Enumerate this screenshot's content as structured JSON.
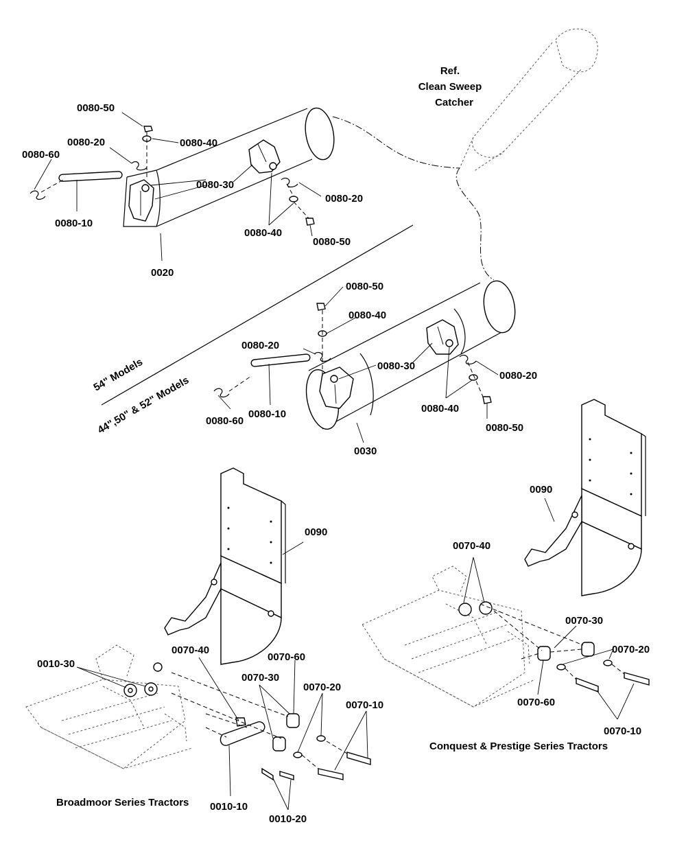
{
  "reference": {
    "line1": "Ref.",
    "line2": "Clean Sweep",
    "line3": "Catcher"
  },
  "model_labels": {
    "top": "54\" Models",
    "bottom": "44\",50\" & 52\" Models"
  },
  "captions": {
    "broadmoor": "Broadmoor Series Tractors",
    "conquest": "Conquest & Prestige Series Tractors"
  },
  "callouts": {
    "c0080_50_a": "0080-50",
    "c0080_20_a": "0080-20",
    "c0080_40_a": "0080-40",
    "c0080_60_a": "0080-60",
    "c0080_30_a": "0080-30",
    "c0080_20_b": "0080-20",
    "c0080_10_a": "0080-10",
    "c0080_40_b": "0080-40",
    "c0080_50_b": "0080-50",
    "c0020": "0020",
    "c0080_50_c": "0080-50",
    "c0080_40_c": "0080-40",
    "c0080_20_c": "0080-20",
    "c0080_30_b": "0080-30",
    "c0080_20_d": "0080-20",
    "c0080_60_b": "0080-60",
    "c0080_10_b": "0080-10",
    "c0080_40_d": "0080-40",
    "c0080_50_d": "0080-50",
    "c0030": "0030",
    "c0090_a": "0090",
    "c0090_b": "0090",
    "c0070_40_a": "0070-40",
    "c0070_30_a": "0070-30",
    "c0070_20_a": "0070-20",
    "c0070_60_a": "0070-60",
    "c0070_10_a": "0070-10",
    "c0010_30": "0010-30",
    "c0070_40_b": "0070-40",
    "c0070_60_b": "0070-60",
    "c0070_30_b": "0070-30",
    "c0070_20_b": "0070-20",
    "c0070_10_b": "0070-10",
    "c0010_10": "0010-10",
    "c0010_20": "0010-20"
  }
}
